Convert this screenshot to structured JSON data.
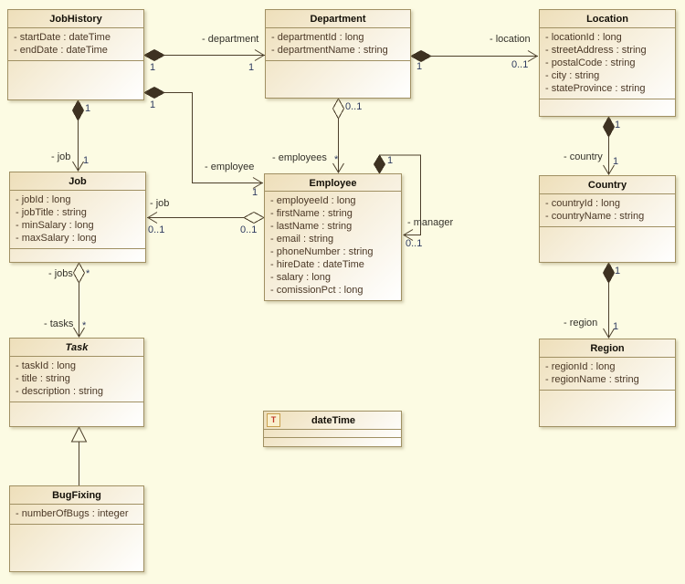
{
  "diagram": {
    "classes": {
      "jobhistory": {
        "name": "JobHistory",
        "attributes": [
          "- startDate : dateTime",
          "- endDate : dateTime"
        ]
      },
      "department": {
        "name": "Department",
        "attributes": [
          "- departmentId : long",
          "- departmentName : string"
        ]
      },
      "location": {
        "name": "Location",
        "attributes": [
          "- locationId : long",
          "- streetAddress : string",
          "- postalCode : string",
          "- city : string",
          "- stateProvince : string"
        ]
      },
      "job": {
        "name": "Job",
        "attributes": [
          "- jobId : long",
          "- jobTitle : string",
          "- minSalary : long",
          "- maxSalary : long"
        ]
      },
      "employee": {
        "name": "Employee",
        "attributes": [
          "- employeeId : long",
          "- firstName : string",
          "- lastName : string",
          "- email : string",
          "- phoneNumber : string",
          "- hireDate : dateTime",
          "- salary : long",
          "- comissionPct : long"
        ]
      },
      "country": {
        "name": "Country",
        "attributes": [
          "- countryId : long",
          "- countryName : string"
        ]
      },
      "task": {
        "name": "Task",
        "attributes": [
          "- taskId : long",
          "- title : string",
          "- description : string"
        ]
      },
      "region": {
        "name": "Region",
        "attributes": [
          "- regionId : long",
          "- regionName : string"
        ]
      },
      "datetime": {
        "name": "dateTime",
        "icon_letter": "T"
      },
      "bugfixing": {
        "name": "BugFixing",
        "attributes": [
          "- numberOfBugs : integer"
        ]
      }
    },
    "links": {
      "jobhistory_department": {
        "role": "- department",
        "source_mult": "1",
        "target_mult": "1"
      },
      "jobhistory_employee": {
        "role": "- employee",
        "source_mult": "1",
        "target_mult": "1"
      },
      "jobhistory_job": {
        "role": "- job",
        "source_mult": "1",
        "target_mult": "1"
      },
      "department_employees": {
        "role": "- employees",
        "source_mult": "0..1",
        "target_mult": "*"
      },
      "department_location": {
        "role": "- location",
        "source_mult": "1",
        "target_mult": "0..1"
      },
      "employee_manager": {
        "role": "- manager",
        "source_mult": "1",
        "target_mult": "0..1"
      },
      "employee_job": {
        "role": "- job",
        "source_mult": "0..1",
        "target_mult": "0..1"
      },
      "job_task": {
        "source_role": "- jobs",
        "source_mult": "*",
        "target_role": "- tasks",
        "target_mult": "*"
      },
      "location_country": {
        "role": "- country",
        "source_mult": "1",
        "target_mult": "1"
      },
      "country_region": {
        "role": "- region",
        "source_mult": "1",
        "target_mult": "1"
      }
    },
    "colors": {
      "page_background": "#fcfbe3",
      "box_fill_top": "#eedfba",
      "box_fill_bottom": "#ffffff",
      "box_border": "#a09063",
      "line": "#4c3f2b",
      "diamond_fill": "#3e3222",
      "attribute_text": "#4b3826",
      "multiplicity_text": "#2e3a5f",
      "type_icon_letter_color": "#c0392b"
    }
  }
}
